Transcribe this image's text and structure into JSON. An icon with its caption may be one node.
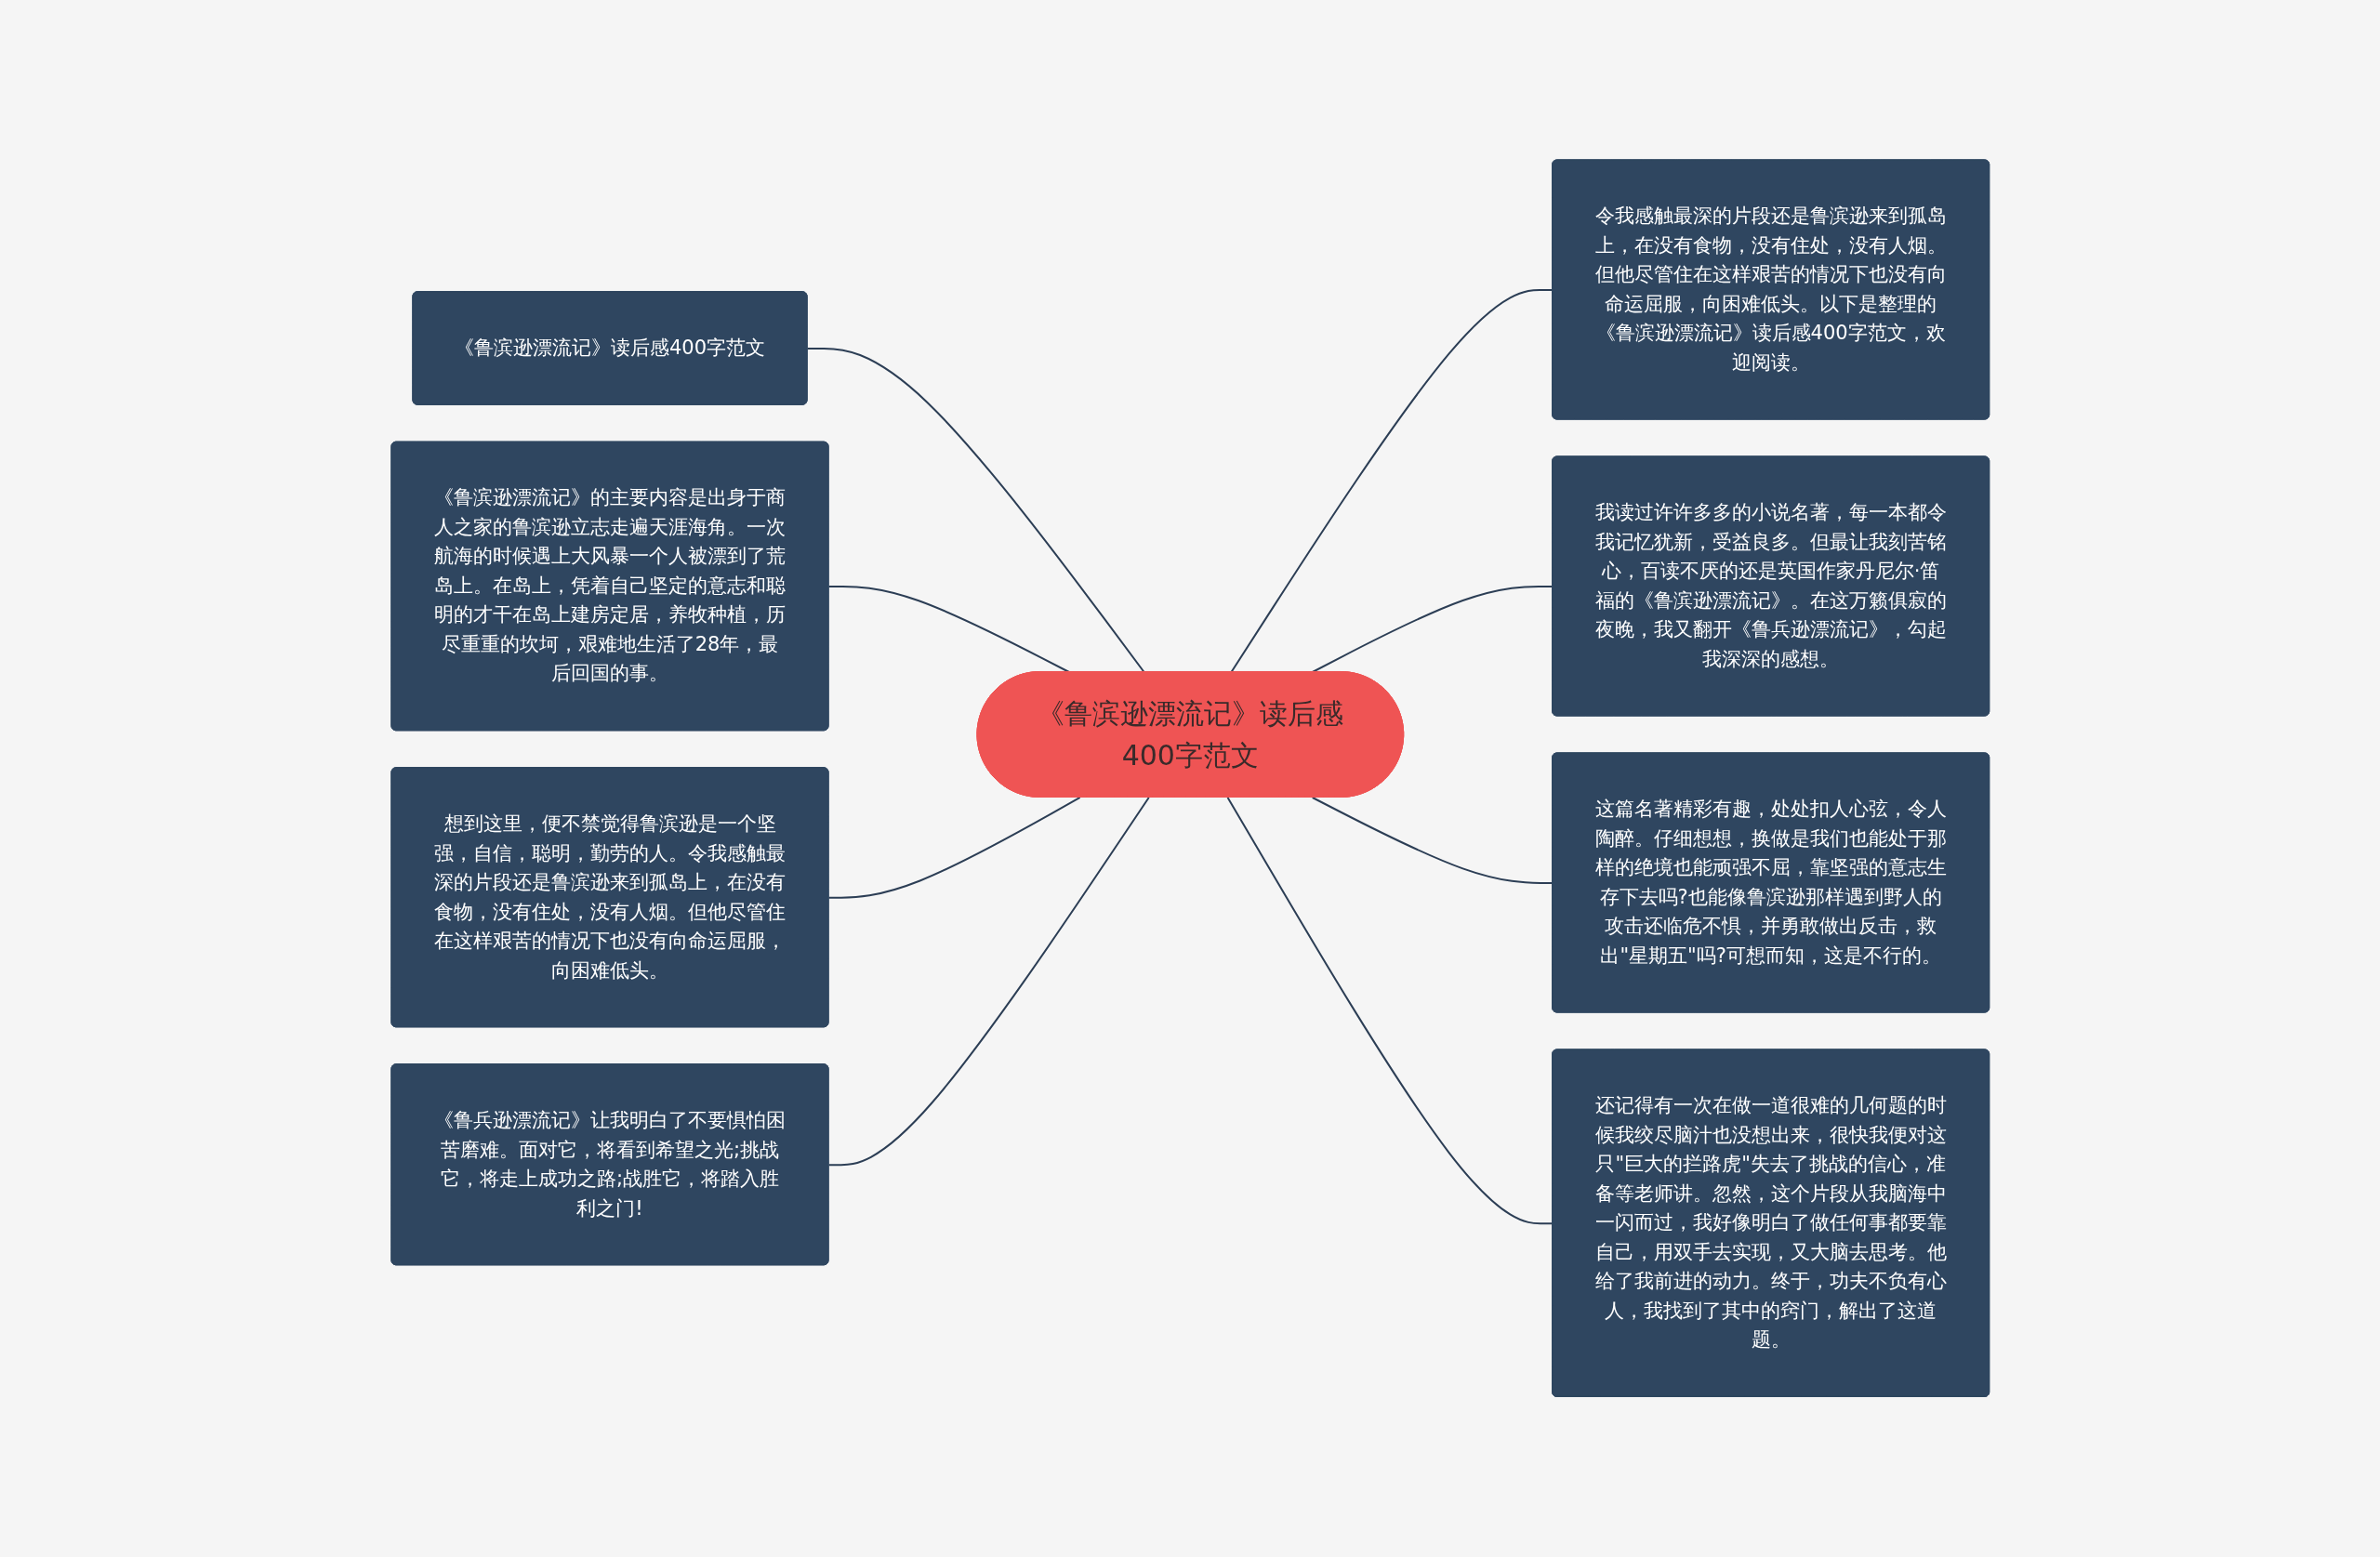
{
  "diagram": {
    "nodes": [
      {
        "text": [
          "《鲁滨逊漂流记》读后感400字范文"
        ]
      },
      {
        "text": [
          "《鲁滨逊漂流记》读后感400字范文"
        ]
      },
      {
        "text": [
          "《鲁滨逊漂流记》的主要内容是出身于商人之家的鲁滨逊立志走遍天涯海角。一次航海的时候遇上大风暴一个人被漂到了荒岛上。在岛上，凭着自己坚定的意志和聪明的才干在岛上建房定居，养牧种植，历尽重重的坎坷，艰难地生活了28年，最后回国的事。"
        ]
      },
      {
        "text": [
          "想到这里，便不禁觉得鲁滨逊是一个坚强，自信，聪明，勤劳的人。令我感触最深的片段还是鲁滨逊来到孤岛上，在没有食物，没有住处，没有人烟。但他尽管住在这样艰苦的情况下也没有向命运屈服，向困难低头。"
        ]
      },
      {
        "text": [
          "《鲁兵逊漂流记》让我明白了不要惧怕困苦磨难。面对它，将看到希望之光;挑战它，将走上成功之路;战胜它，将踏入胜利之门!"
        ]
      },
      {
        "text": [
          "令我感触最深的片段还是鲁滨逊来到孤岛上，在没有食物，没有住处，没有人烟。但他尽管住在这样艰苦的情况下也没有向命运屈服，向困难低头。以下是整理的《鲁滨逊漂流记》读后感400字范文，欢迎阅读。"
        ]
      },
      {
        "text": [
          "我读过许许多多的小说名著，每一本都令我记忆犹新，受益良多。但最让我刻苦铭心，百读不厌的还是英国作家丹尼尔·笛福的《鲁滨逊漂流记》。在这万籁俱寂的夜晚，我又翻开《鲁兵逊漂流记》，勾起我深深的感想。"
        ]
      },
      {
        "text": [
          "这篇名著精彩有趣，处处扣人心弦，令人陶醉。仔细想想，换做是我们也能处于那样的绝境也能顽强不屈，靠坚强的意志生存下去吗?也能像鲁滨逊那样遇到野人的攻击还临危不惧，并勇敢做出反击，救出\"星期五\"吗?可想而知，这是不行的。"
        ]
      },
      {
        "text": [
          "还记得有一次在做一道很难的几何题的时候我绞尽脑汁也没想出来，很快我便对这只\"巨大的拦路虎\"失去了挑战的信心，准备等老师讲。忽然，这个片段从我脑海中一闪而过，我好像明白了做任何事都要靠自己，用双手去实现，又大脑去思考。他给了我前进的动力。终于，功夫不负有心人，我找到了其中的窍门，解出了这道题。"
        ]
      }
    ],
    "edges": [
      {
        "from": 1,
        "to": 0,
        "arrow": "none"
      },
      {
        "from": 2,
        "to": 0,
        "arrow": "none"
      },
      {
        "from": 3,
        "to": 0,
        "arrow": "none"
      },
      {
        "from": 4,
        "to": 0,
        "arrow": "none"
      },
      {
        "from": 0,
        "to": 5,
        "arrow": "none"
      },
      {
        "from": 0,
        "to": 6,
        "arrow": "none"
      },
      {
        "from": 0,
        "to": 7,
        "arrow": "none"
      },
      {
        "from": 0,
        "to": 8,
        "arrow": "none"
      }
    ]
  }
}
